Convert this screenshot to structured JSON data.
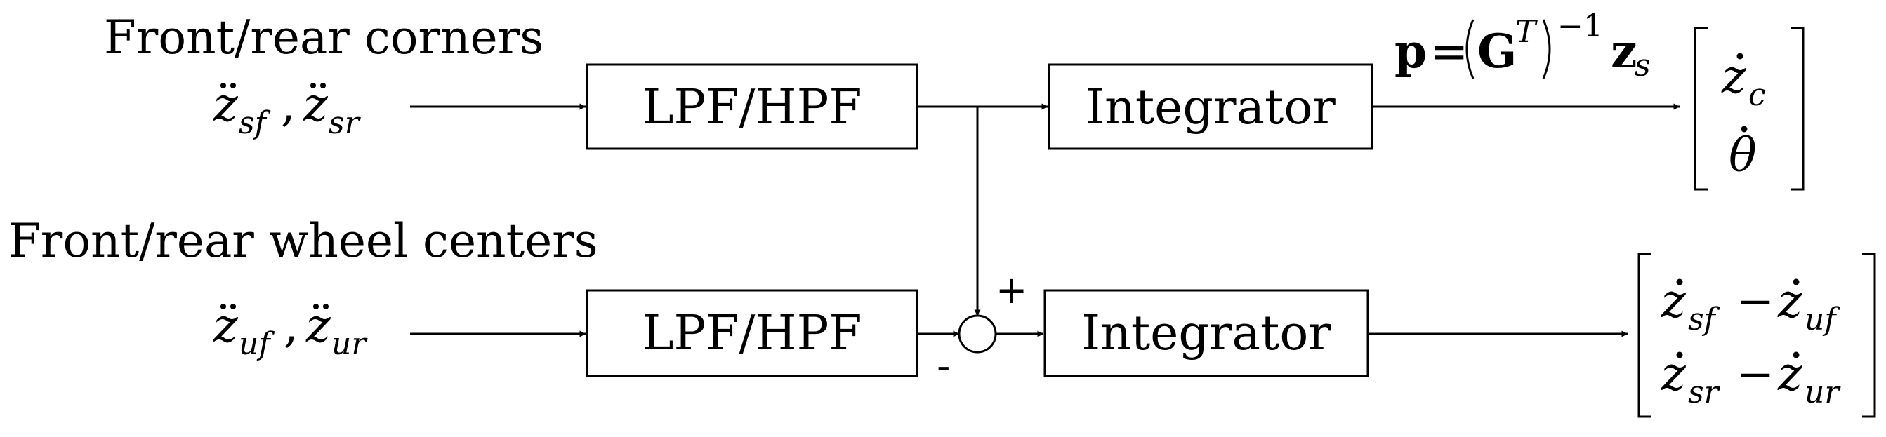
{
  "labels": {
    "front_rear_corners": "Front/rear corners",
    "front_rear_wheel_centers": "Front/rear wheel centers"
  },
  "inputs": {
    "top": {
      "var1": "z",
      "sub1": "sf",
      "sep": ",",
      "var2": "z",
      "sub2": "sr"
    },
    "bottom": {
      "var1": "z",
      "sub1": "uf",
      "sep": ",",
      "var2": "z",
      "sub2": "ur"
    }
  },
  "blocks": {
    "filter_top": "LPF/HPF",
    "filter_bottom": "LPF/HPF",
    "integrator_top": "Integrator",
    "integrator_bottom": "Integrator"
  },
  "summing_junction": {
    "plus": "+",
    "minus": "-"
  },
  "transform": {
    "p": "p",
    "eq": "=",
    "G": "G",
    "T": "T",
    "inv": "−1",
    "z": "z",
    "z_sub": "s"
  },
  "outputs": {
    "top": {
      "row1_var": "z",
      "row1_sub": "c",
      "row2_var": "θ"
    },
    "bottom": {
      "row1": {
        "a": "z",
        "a_sub": "sf",
        "minus": "−",
        "b": "z",
        "b_sub": "uf"
      },
      "row2": {
        "a": "z",
        "a_sub": "sr",
        "minus": "−",
        "b": "z",
        "b_sub": "ur"
      }
    }
  }
}
